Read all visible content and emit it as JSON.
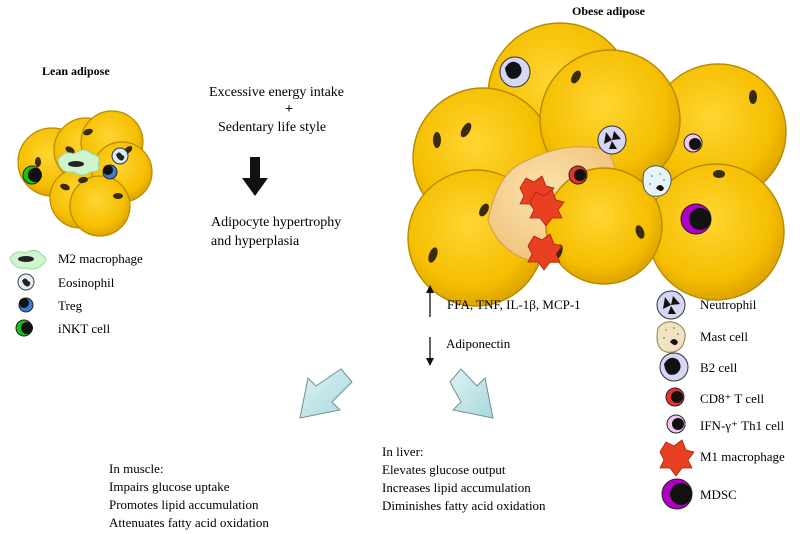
{
  "lean": {
    "title": "Lean adipose",
    "legend": [
      {
        "label": "M2 macrophage",
        "icon": "m2-macrophage-icon"
      },
      {
        "label": "Eosinophil",
        "icon": "eosinophil-icon"
      },
      {
        "label": "Treg",
        "icon": "treg-icon"
      },
      {
        "label": "iNKT cell",
        "icon": "inkt-cell-icon"
      }
    ]
  },
  "obese": {
    "title": "Obese adipose",
    "legend": [
      {
        "label": "Neutrophil",
        "icon": "neutrophil-icon"
      },
      {
        "label": "Mast cell",
        "icon": "mast-cell-icon"
      },
      {
        "label": "B2 cell",
        "icon": "b2-cell-icon"
      },
      {
        "label": "CD8⁺ T cell",
        "icon": "cd8-t-cell-icon"
      },
      {
        "label": "IFN-γ⁺ Th1 cell",
        "icon": "ifn-th1-cell-icon"
      },
      {
        "label": "M1 macrophage",
        "icon": "m1-macrophage-icon"
      },
      {
        "label": "MDSC",
        "icon": "mdsc-icon"
      }
    ]
  },
  "center": {
    "line1": "Excessive energy intake",
    "plus": "+",
    "line2": "Sedentary life style",
    "result1": "Adipocyte hypertrophy",
    "result2": "and hyperplasia"
  },
  "secretion": {
    "up": "FFA, TNF, IL-1β, MCP-1",
    "down": "Adiponectin"
  },
  "muscle": {
    "heading": "In muscle:",
    "effects": [
      "Impairs glucose uptake",
      "Promotes lipid accumulation",
      "Attenuates fatty acid oxidation"
    ]
  },
  "liver": {
    "heading": "In liver:",
    "effects": [
      "Elevates glucose output",
      "Increases lipid accumulation",
      "Diminishes fatty acid oxidation"
    ]
  },
  "colors": {
    "adipocyte": "#F5C000",
    "adipocyte_edge": "#B88A00",
    "arrow_teal": "#BFE6E8",
    "m1_red": "#E84020",
    "mdsc_purple": "#B000C8"
  }
}
